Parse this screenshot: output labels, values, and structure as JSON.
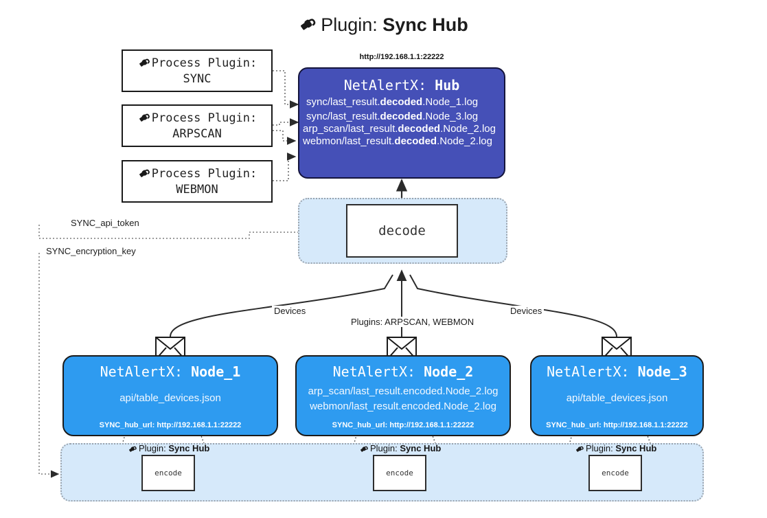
{
  "title": {
    "icon": "plug-icon",
    "prefix": "Plugin: ",
    "name": "Sync Hub"
  },
  "process_plugins": [
    {
      "icon": "plug-icon",
      "label": "Process Plugin:",
      "name": "SYNC"
    },
    {
      "icon": "plug-icon",
      "label": "Process Plugin:",
      "name": "ARPSCAN"
    },
    {
      "icon": "plug-icon",
      "label": "Process Plugin:",
      "name": "WEBMON"
    }
  ],
  "hub": {
    "url": "http://192.168.1.1:22222",
    "title_prefix": "NetAlertX: ",
    "title_name": "Hub",
    "logs": [
      {
        "pre": "sync/last_result.",
        "mid": "decoded",
        "post": ".Node_1.log"
      },
      {
        "pre": "sync/last_result.",
        "mid": "decoded",
        "post": ".Node_3.log"
      },
      {
        "pre": "arp_scan/last_result.",
        "mid": "decoded",
        "post": ".Node_2.log"
      },
      {
        "pre": "webmon/last_result.",
        "mid": "decoded",
        "post": ".Node_2.log"
      }
    ]
  },
  "decode": {
    "label": "decode"
  },
  "settings": {
    "api_token": "SYNC_api_token",
    "encryption_key": "SYNC_encryption_key"
  },
  "edge_labels": {
    "devices_left": "Devices",
    "devices_right": "Devices",
    "plugins_center": "Plugins: ARPSCAN, WEBMON"
  },
  "nodes": [
    {
      "title_prefix": "NetAlertX: ",
      "title_name": "Node_1",
      "lines": [
        "api/table_devices.json"
      ],
      "hub_url_label": "SYNC_hub_url: http://192.168.1.1:22222",
      "envelope": "envelope-icon"
    },
    {
      "title_prefix": "NetAlertX: ",
      "title_name": "Node_2",
      "lines": [
        "arp_scan/last_result.encoded.Node_2.log",
        "webmon/last_result.encoded.Node_2.log"
      ],
      "hub_url_label": "SYNC_hub_url: http://192.168.1.1:22222",
      "envelope": "envelope-icon"
    },
    {
      "title_prefix": "NetAlertX: ",
      "title_name": "Node_3",
      "lines": [
        "api/table_devices.json"
      ],
      "hub_url_label": "SYNC_hub_url: http://192.168.1.1:22222",
      "envelope": "envelope-icon"
    }
  ],
  "encoders": [
    {
      "plugin_prefix": "Plugin: ",
      "plugin_name": "Sync Hub",
      "label": "encode",
      "icon": "plug-icon"
    },
    {
      "plugin_prefix": "Plugin: ",
      "plugin_name": "Sync Hub",
      "label": "encode",
      "icon": "plug-icon"
    },
    {
      "plugin_prefix": "Plugin: ",
      "plugin_name": "Sync Hub",
      "label": "encode",
      "icon": "plug-icon"
    }
  ],
  "colors": {
    "hub_fill": "#4550b7",
    "node_fill": "#2e9bf0",
    "container_fill": "#d6e9fa",
    "stroke": "#1a1a1a"
  }
}
